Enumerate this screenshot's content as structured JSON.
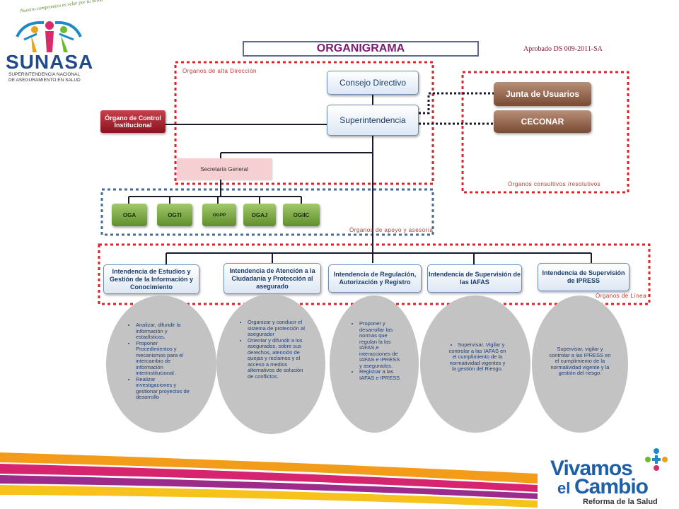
{
  "logo": {
    "tagline": "Nuestro compromiso es velar por tu Salud",
    "name": "SUNASA",
    "subtitle_line1": "SUPERINTENDENCIA NACIONAL",
    "subtitle_line2": "DE ASEGURAMIENTO EN SALUD"
  },
  "header": {
    "title": "ORGANIGRAMA",
    "approved": "Aprobado DS 009-2011-SA"
  },
  "regions": {
    "alta_direccion": "Órganos de alta Dirección",
    "consultivos": "Órganos consultivos /resolutivos",
    "apoyo": "Órganos de apoyo y asesoría",
    "linea": "Órganos de Línea"
  },
  "nodes": {
    "consejo": "Consejo Directivo",
    "superintendencia": "Superintendencia",
    "control_institucional": "Órgano de Control Institucional",
    "junta": "Junta de Usuarios",
    "ceconar": "CECONAR",
    "secretaria": "Secretaría General"
  },
  "oficinas": [
    "OGA",
    "OGTI",
    "OGPP",
    "OGAJ",
    "OGIIC"
  ],
  "intendencias": [
    "Intendencia de Estudios y Gestión de la Información y Conocimiento",
    "Intendencia de Atención a la Ciudadanía y Protección al asegurado",
    "Intendencia de Regulación, Autorización y Registro",
    "Intendencia de Supervisión de las IAFAS",
    "Intendencia de Supervisión de IPRESS"
  ],
  "funciones": [
    {
      "items": [
        "Analizar, difundir la información y estadísticas.",
        "Proponer Procedimientos y mecanismos para el intercambio de información interinstitucional .",
        "Realizar investigaciones y gestionar proyectos de desarrollo"
      ],
      "plain": ""
    },
    {
      "items": [
        "Organizar y conducir el sistema de protección al asegurador",
        "Orientar y difundir a los asegurados, sobre sus derechos, atención de quejas y reclamos y el acceso a medios alternativos de solución de conflictos."
      ],
      "plain": ""
    },
    {
      "items": [
        "Proponer y desarrollar las normas que regulan la las IAFAS,e interacciones de IAFAS e IPRESS y asegurados.",
        "Registrar a las IAFAS e IPRESS"
      ],
      "plain": ""
    },
    {
      "items": [
        "Supervisar. Vigilar y controlar a las IAFAS en el cumplimiento de la normatividad vigentes y la gestión del Riesgo."
      ],
      "plain": ""
    },
    {
      "items": [],
      "plain": "Supervisar, vigilar y controlar a las IPRESS en el cumplimiento de la normatividad vigente y la gestión del riesgo."
    }
  ],
  "footer": {
    "brand_line1": "Vivamos",
    "brand_el": "el",
    "brand_line2": "Cambio",
    "brand_sub": "Reforma de la Salud"
  },
  "colors": {
    "dashed_red": "#e0202a",
    "dashed_blue": "#4a6b96",
    "title_purple": "#7a1c6e",
    "stripe_orange": "#f39c1a",
    "stripe_magenta": "#d6246e"
  }
}
